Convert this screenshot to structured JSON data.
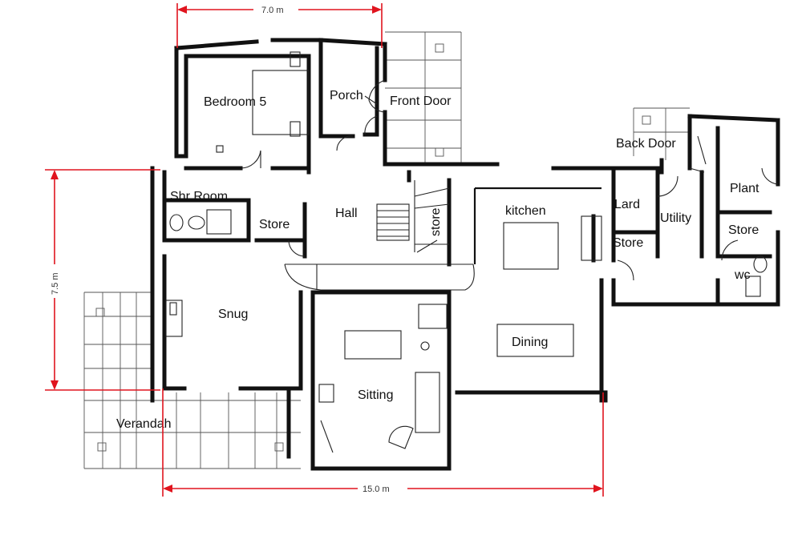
{
  "rooms": {
    "bedroom5": "Bedroom 5",
    "porch": "Porch",
    "front_door": "Front Door",
    "back_door": "Back Door",
    "plant": "Plant",
    "shr_room": "Shr Room",
    "store_hall": "Store",
    "hall": "Hall",
    "store_vertical": "store",
    "kitchen": "kitchen",
    "lard": "Lard",
    "utility": "Utility",
    "store_utility": "Store",
    "store_kitchen": "Store",
    "wc": "wc",
    "snug": "Snug",
    "dining": "Dining",
    "sitting": "Sitting",
    "verandah": "Verandah"
  },
  "dimensions": {
    "top": "7.0 m",
    "left": "7.5 m",
    "bottom": "15.0 m"
  },
  "colors": {
    "dimension_line": "#e0141e",
    "wall": "#111111"
  }
}
